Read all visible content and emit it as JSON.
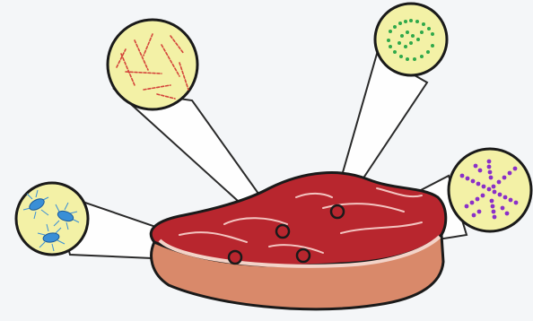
{
  "figure": {
    "background_color": "#f4f6f8",
    "meat_color": "#b8262e",
    "fat_color": "#f3d3c8",
    "rind_color": "#d9896a",
    "lens_fill": "#f3f1a6",
    "outline_color": "#1a1a1a"
  },
  "callouts": [
    {
      "id": "rods",
      "description_icon": "rod-bacteria-icon",
      "color": "#d4443a"
    },
    {
      "id": "cocci-chains",
      "description_icon": "cocci-chain-bacteria-icon",
      "color": "#2fa84a"
    },
    {
      "id": "cocci-clusters",
      "description_icon": "streptococci-bacteria-icon",
      "color": "#8a2fc8"
    },
    {
      "id": "flagellated",
      "description_icon": "flagellated-bacteria-icon",
      "color": "#3a8fd6"
    }
  ]
}
